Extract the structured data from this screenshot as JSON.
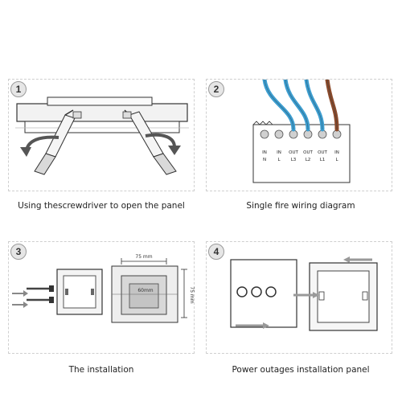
{
  "steps": [
    {
      "number": "1",
      "caption": "Using thescrewdriver to open the panel"
    },
    {
      "number": "2",
      "caption": "Single fire wiring diagram",
      "terminals": [
        {
          "top": "IN",
          "bottom": "N"
        },
        {
          "top": "IN",
          "bottom": "L"
        },
        {
          "top": "OUT",
          "bottom": "L3"
        },
        {
          "top": "OUT",
          "bottom": "L2"
        },
        {
          "top": "OUT",
          "bottom": "L1"
        },
        {
          "top": "IN",
          "bottom": "L"
        }
      ],
      "wire_colors": [
        "#3d9dcf",
        "#3d9dcf",
        "#3d9dcf",
        "#8b4a2b"
      ]
    },
    {
      "number": "3",
      "caption": "The installation",
      "dim_width": "75 mm",
      "dim_inner": "60mm",
      "dim_height": "75 mm"
    },
    {
      "number": "4",
      "caption": "Power outages  installation panel"
    }
  ]
}
